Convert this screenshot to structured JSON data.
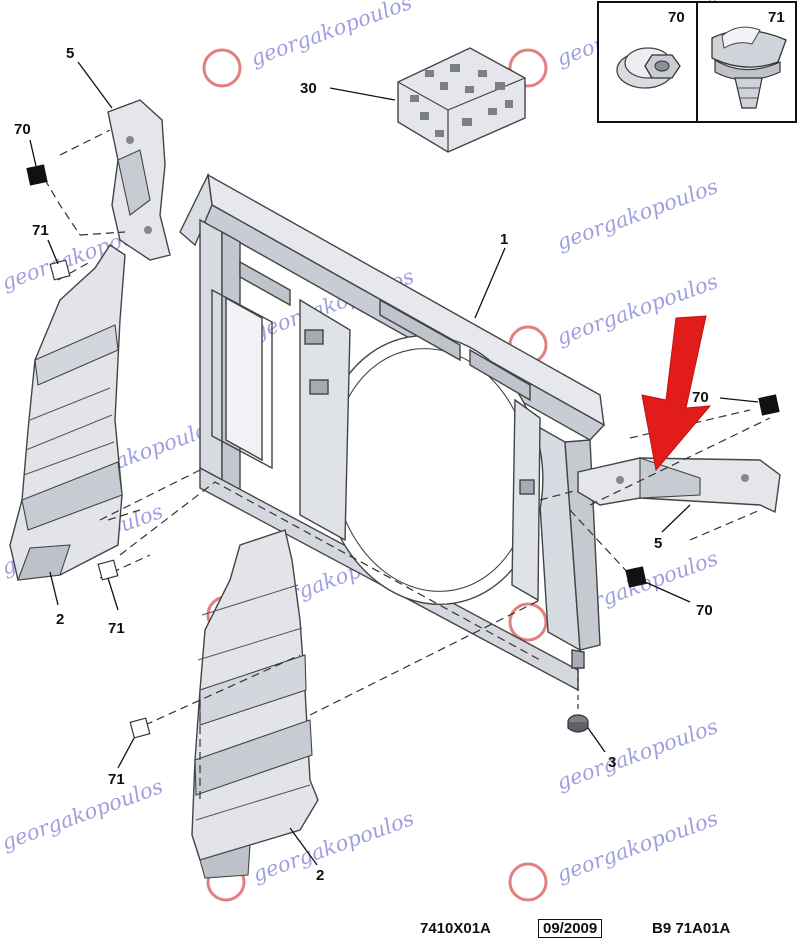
{
  "callouts": {
    "c1": "1",
    "c2_left": "2",
    "c2_bottom": "2",
    "c3": "3",
    "c5_top": "5",
    "c5_right": "5",
    "c30": "30",
    "c70_left": "70",
    "c70_right_top": "70",
    "c70_right_bottom": "70",
    "c71_left_top": "71",
    "c71_left_bottom": "71",
    "c71_bottom": "71"
  },
  "inset": {
    "left_label": "70",
    "right_label": "71"
  },
  "watermark": {
    "text": "georgakopoulos",
    "color": "#7f7fd6"
  },
  "footer": {
    "code": "7410X01A",
    "date": "09/2009",
    "ref": "B9 71A01A"
  },
  "colors": {
    "part_fill": "#e6e8ed",
    "part_shadow": "#c2c6cf",
    "outline": "#4a4d55",
    "arrow": "#e21b1b",
    "clip": "#111111"
  }
}
